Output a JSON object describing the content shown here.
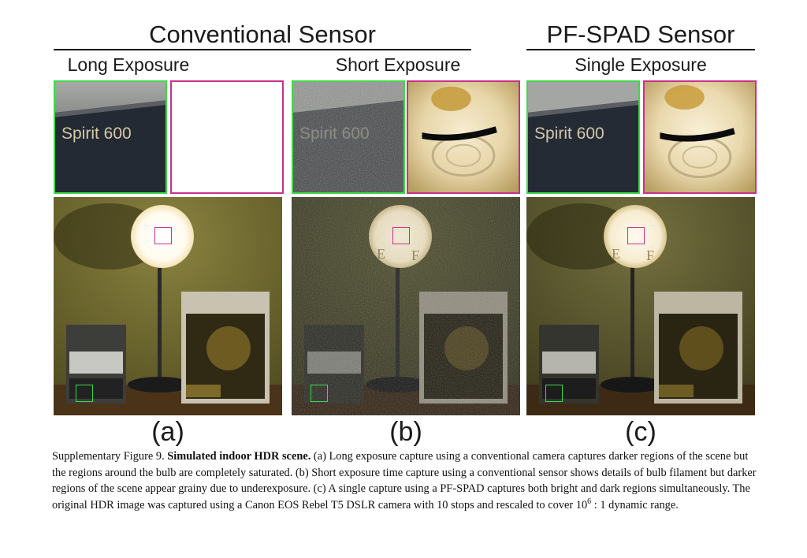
{
  "headers": {
    "conventional": "Conventional Sensor",
    "pfspad": "PF-SPAD Sensor"
  },
  "columns": {
    "a": "Long Exposure",
    "b": "Short Exposure",
    "c": "Single Exposure"
  },
  "crops": {
    "text_label": "Spirit 600"
  },
  "panel_labels": {
    "a": "(a)",
    "b": "(b)",
    "c": "(c)"
  },
  "caption": {
    "prefix": "Supplementary Figure 9. ",
    "bold": "Simulated indoor HDR scene.",
    "body": " (a) Long exposure capture using a conventional camera captures darker regions of the scene but the regions around the bulb are completely saturated. (b) Short exposure time capture using a conventional sensor shows details of bulb filament but darker regions of the scene appear grainy due to underexposure. (c) A single capture using a PF-SPAD captures both bright and dark regions simultaneously. The original HDR image was captured using a Canon EOS Rebel T5 DSLR camera with 10 stops and rescaled to cover 10",
    "exponent": "6",
    "suffix": " : 1 dynamic range."
  },
  "colors": {
    "green_border": "#3fd94a",
    "magenta_border": "#c8318a"
  }
}
